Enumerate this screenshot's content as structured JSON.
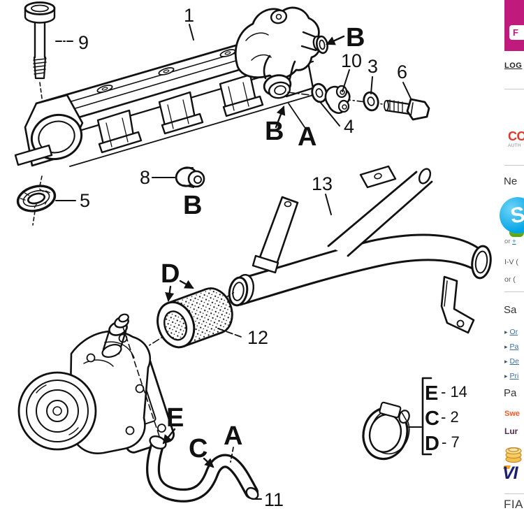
{
  "diagram": {
    "alt": "Exploded parts diagram of engine coolant manifold, thermostat housing, water pipe, water pump, hose and clamp",
    "labels": {
      "part_1": "1",
      "part_3": "3",
      "part_4": "4",
      "part_5": "5",
      "part_6": "6",
      "part_8": "8",
      "part_9": "9",
      "part_10": "10",
      "part_11": "11",
      "part_12": "12",
      "part_13": "13",
      "letter_b_top": "B",
      "letter_b_mid": "B",
      "letter_a_mid": "A",
      "letter_b_plug": "B",
      "letter_d": "D",
      "letter_e": "E",
      "letter_c": "C",
      "letter_a_hose": "A"
    },
    "legend": {
      "row_e_letter": "E",
      "row_e_value": "- 14",
      "row_c_letter": "C",
      "row_c_value": "- 2",
      "row_d_letter": "D",
      "row_d_value": "- 7"
    }
  },
  "sidebar": {
    "promo_badge": {
      "label": "F",
      "color": "#c01b7c"
    },
    "login_link": "LOG",
    "dealer_logo": {
      "line1": "CO",
      "line2": "AUTH"
    },
    "contact": {
      "heading": "Ne",
      "skype_letter": "S",
      "phone_prefix": "or ",
      "phone_link": "+",
      "hours_line": "I-V (",
      "alt_line": "or ("
    },
    "info": {
      "heading": "Sa",
      "links": [
        "Or",
        "Pa",
        "De",
        "Pri"
      ]
    },
    "payments": {
      "heading": "Pa",
      "bank1": "Swe",
      "bank2": "Lur",
      "card": "VI"
    },
    "footer_brand": "FIA"
  },
  "colors": {
    "promo_magenta": "#c01b7c",
    "logo_red": "#e0392b",
    "skype_blue": "#00a3e4",
    "skype_green": "#7cb82f",
    "link_blue": "#3a6ea5",
    "phone_teal": "#0d7fae",
    "swedbank_orange": "#f05a28",
    "luminor_purple": "#502a50",
    "visa_navy": "#1a1f71",
    "visa_gold": "#f7a21a",
    "line_art": "#111111"
  }
}
